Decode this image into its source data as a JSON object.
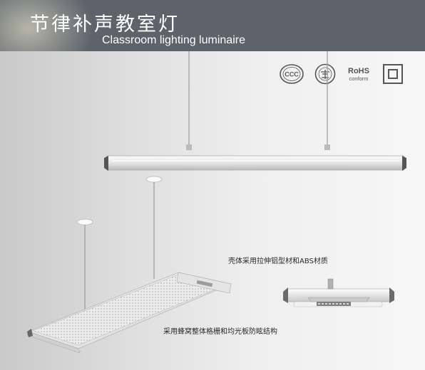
{
  "header": {
    "title_cn": "节律补声教室灯",
    "title_en": "Classroom lighting luminaire"
  },
  "certifications": [
    {
      "name": "ccc-mark",
      "label": "CCC"
    },
    {
      "name": "cqc-mark",
      "label": ""
    },
    {
      "name": "rohs-mark",
      "label_top": "RoHS",
      "label_bottom": "conform"
    },
    {
      "name": "double-insulation-mark",
      "label": ""
    }
  ],
  "captions": {
    "housing": "壳体采用拉伸铝型材和ABS材质",
    "grille": "采用蜂窝整体格栅和均光板防眩结构"
  },
  "colors": {
    "banner": "#5d626b",
    "text_light": "#ffffff",
    "text_dark": "#2a2a2a"
  }
}
